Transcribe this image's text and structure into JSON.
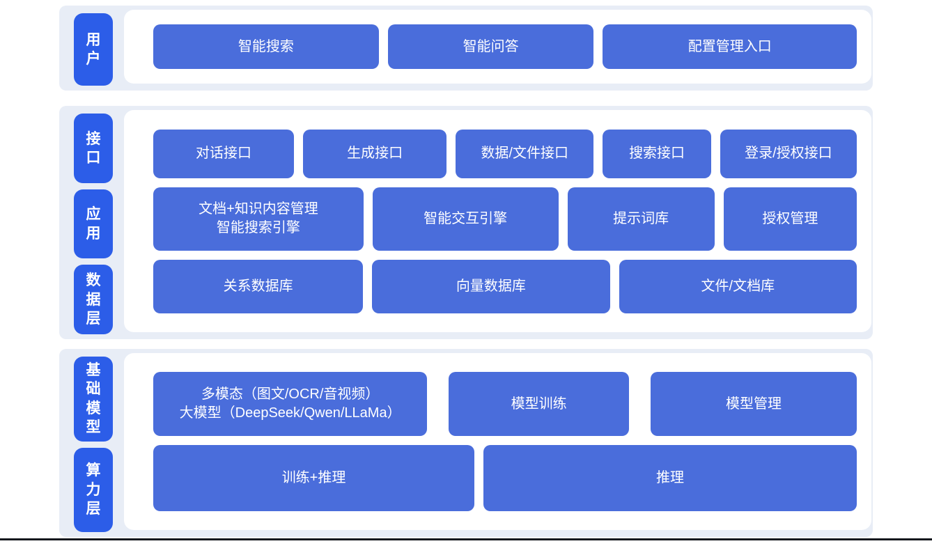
{
  "diagram": {
    "title": "AI platform layered architecture",
    "sections": [
      {
        "name": "user-layer",
        "labels": [
          {
            "text": "用户"
          }
        ],
        "rows": [
          {
            "boxes": [
              {
                "label": "智能搜索"
              },
              {
                "label": "智能问答"
              },
              {
                "label": "配置管理入口"
              }
            ]
          }
        ]
      },
      {
        "name": "interface-app-data-layers",
        "labels": [
          {
            "text": "接口"
          },
          {
            "text": "应用"
          },
          {
            "text": "数据层"
          }
        ],
        "rows": [
          {
            "boxes": [
              {
                "label": "对话接口"
              },
              {
                "label": "生成接口"
              },
              {
                "label": "数据/文件接口"
              },
              {
                "label": "搜索接口"
              },
              {
                "label": "登录/授权接口"
              }
            ]
          },
          {
            "boxes": [
              {
                "label": "文档+知识内容管理\n智能搜索引擎"
              },
              {
                "label": "智能交互引擎"
              },
              {
                "label": "提示词库"
              },
              {
                "label": "授权管理"
              }
            ]
          },
          {
            "boxes": [
              {
                "label": "关系数据库"
              },
              {
                "label": "向量数据库"
              },
              {
                "label": "文件/文档库"
              }
            ]
          }
        ]
      },
      {
        "name": "model-compute-layers",
        "labels": [
          {
            "text": "基础模型"
          },
          {
            "text": "算力层"
          }
        ],
        "rows": [
          {
            "boxes": [
              {
                "label": "多模态（图文/OCR/音视频）\n大模型（DeepSeek/Qwen/LLaMa）"
              },
              {
                "label": "模型训练"
              },
              {
                "label": "模型管理"
              }
            ]
          },
          {
            "boxes": [
              {
                "label": "训练+推理"
              },
              {
                "label": "推理"
              }
            ]
          }
        ]
      }
    ]
  },
  "colors": {
    "label_pill_blue": "#2c5de8",
    "box_blue": "#4a6ddb",
    "section_background": "#e8edf6",
    "panel_background": "#ffffff",
    "box_text": "#ffffff",
    "bottom_rule": "#15181d"
  }
}
